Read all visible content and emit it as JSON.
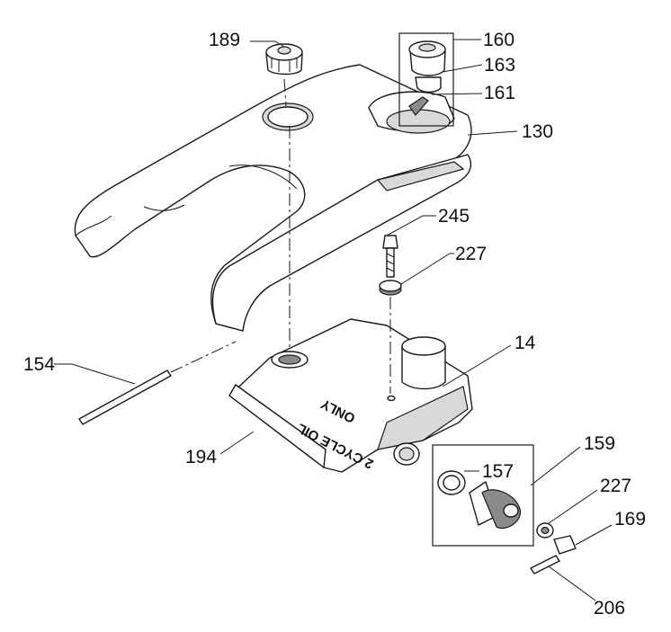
{
  "diagram": {
    "part_labels": {
      "p189": "189",
      "p160": "160",
      "p163": "163",
      "p161": "161",
      "p130": "130",
      "p245": "245",
      "p227a": "227",
      "p154": "154",
      "p14": "14",
      "p194": "194",
      "p159": "159",
      "p157": "157",
      "p227b": "227",
      "p169": "169",
      "p206": "206"
    },
    "tank_embossing": {
      "line1": "2 CYCLE OIL",
      "line2": "ONLY"
    },
    "colors": {
      "line": "#1a1a1a",
      "fill": "#ffffff",
      "shade": "#d9d9d9"
    }
  }
}
